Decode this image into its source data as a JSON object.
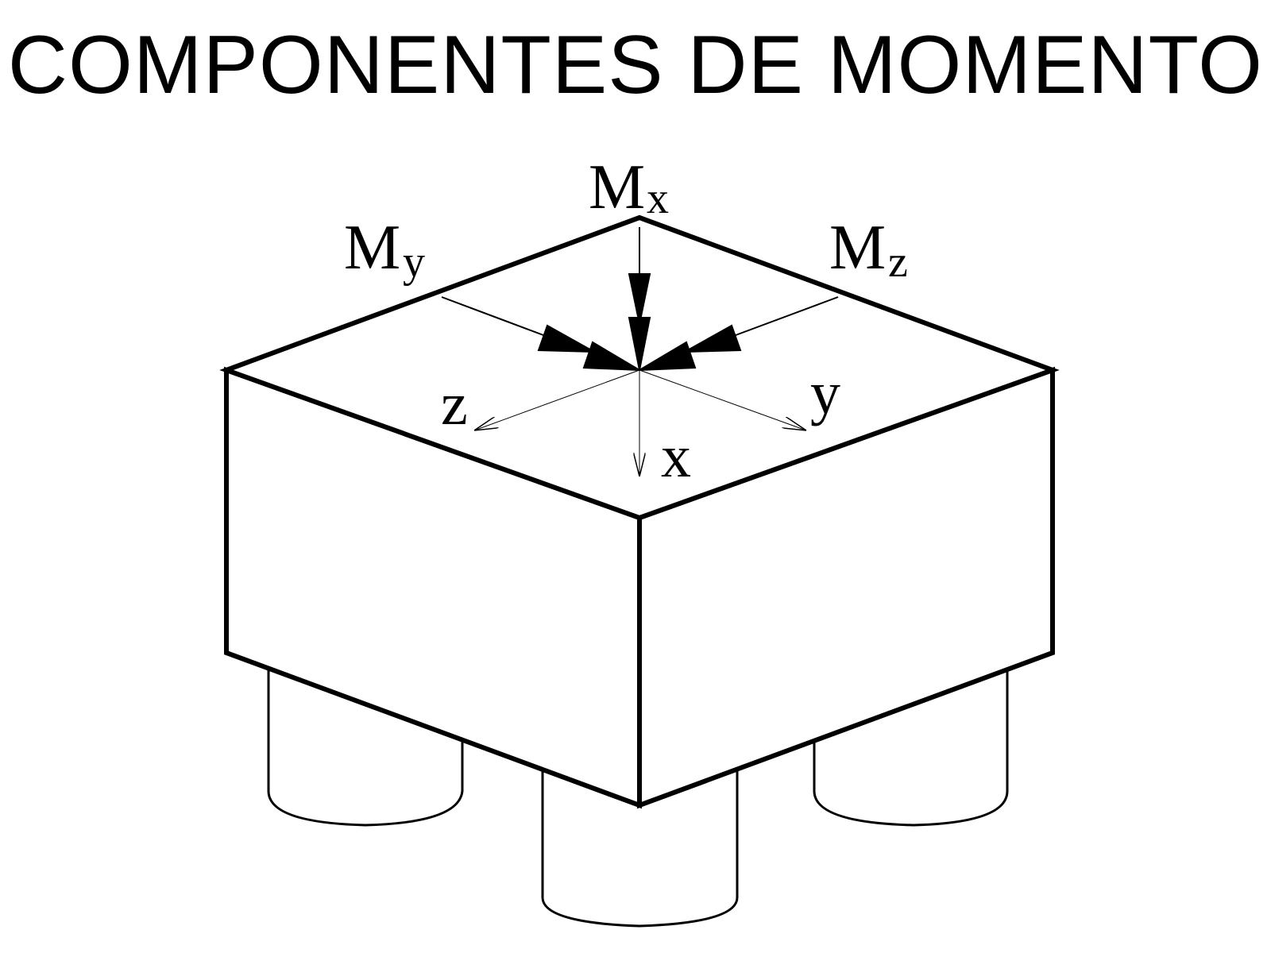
{
  "title": "COMPONENTES DE MOMENTO",
  "colors": {
    "line": "#000000",
    "background": "#ffffff"
  },
  "labels": {
    "moments": {
      "mx": {
        "main": "M",
        "sub": "x"
      },
      "my": {
        "main": "M",
        "sub": "y"
      },
      "mz": {
        "main": "M",
        "sub": "z"
      }
    },
    "axes": {
      "x": "x",
      "y": "y",
      "z": "z"
    }
  }
}
